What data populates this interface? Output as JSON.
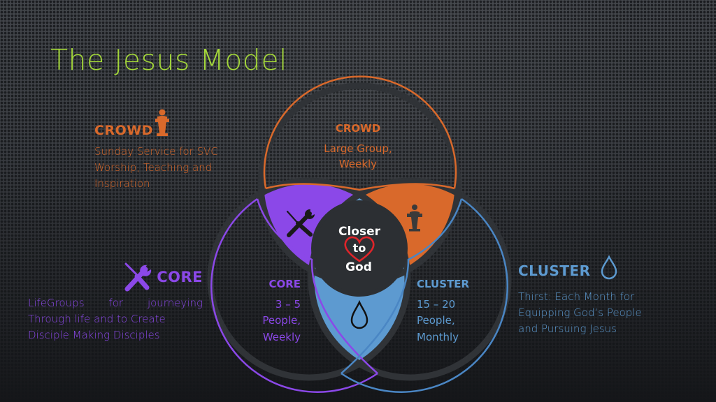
{
  "title": "The Jesus Model",
  "colors": {
    "title": "#a4d83a",
    "crowd": "#d9692b",
    "core": "#8b48e8",
    "cluster": "#5d9ad0",
    "heart": "#e0242a"
  },
  "side_panels": {
    "crowd": {
      "heading": "CROWD",
      "icon": "podium-icon",
      "lines": [
        "Sunday Service for SVC",
        "Worship, Teaching and",
        "Inspiration"
      ]
    },
    "core": {
      "heading": "CORE",
      "icon": "tools-icon",
      "lines": [
        "LifeGroups for journeying",
        "Through life and to Create",
        "Disciple Making Disciples"
      ]
    },
    "cluster": {
      "heading": "CLUSTER",
      "icon": "water-drop-icon",
      "lines": [
        "Thirst: Each Month for",
        "Equipping God’s People",
        "and Pursuing Jesus"
      ]
    }
  },
  "venn": {
    "crowd": {
      "heading": "CROWD",
      "line1": "Large Group,",
      "line2": "Weekly"
    },
    "core": {
      "heading": "CORE",
      "line1": "3 – 5",
      "line2": "People,",
      "line3": "Weekly"
    },
    "cluster": {
      "heading": "CLUSTER",
      "line1": "15 – 20",
      "line2": "People,",
      "line3": "Monthly"
    },
    "center": {
      "line1": "Closer",
      "line2": "to",
      "line3": "God"
    }
  }
}
